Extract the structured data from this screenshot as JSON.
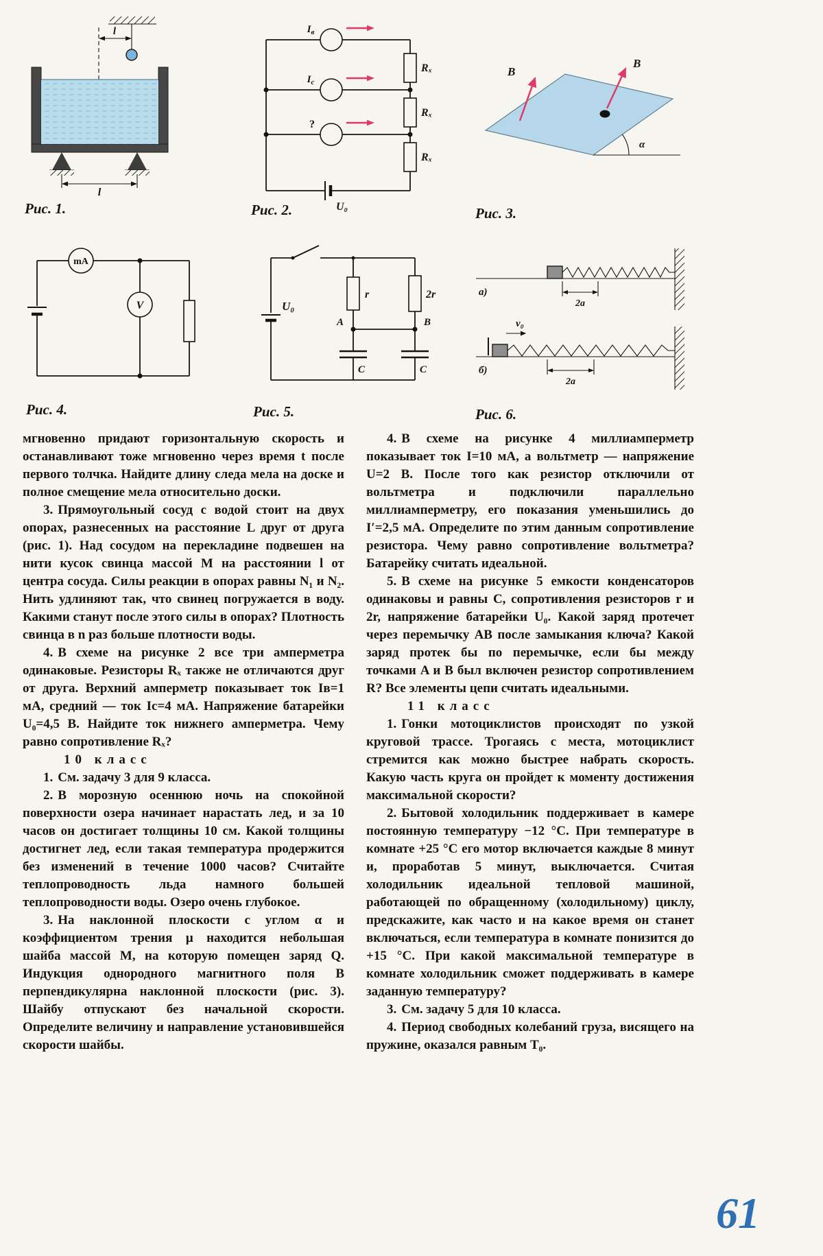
{
  "page": {
    "number": "61"
  },
  "figures": {
    "fig1": {
      "caption": "Рис. 1.",
      "dim_top": "l",
      "dim_bottom": "l"
    },
    "fig2": {
      "caption": "Рис. 2.",
      "a1main": "I",
      "a1sub": "в",
      "a2main": "I",
      "a2sub": "с",
      "a3": "?",
      "r1": "Rₓ",
      "r2": "Rₓ",
      "r3": "Rₓ",
      "u0": "U₀"
    },
    "fig3": {
      "caption": "Рис. 3.",
      "b1": "B",
      "b2": "B",
      "alpha": "α"
    },
    "fig4": {
      "caption": "Рис. 4.",
      "ma": "mA",
      "v": "V"
    },
    "fig5": {
      "caption": "Рис. 5.",
      "u0": "U₀",
      "r1": "r",
      "r2": "2r",
      "na": "A",
      "nb": "B",
      "c1": "C",
      "c2": "C"
    },
    "fig6": {
      "caption": "Рис. 6.",
      "la": "а)",
      "lb": "б)",
      "v0": "v₀",
      "da": "2a",
      "db": "2a"
    }
  },
  "text": {
    "left": [
      {
        "text": "мгновенно придают горизонтальную скорость и останавливают тоже мгновенно через время t после первого толчка. Найдите длину следа мела на доске и полное смещение мела относительно доски."
      },
      {
        "num": "3.",
        "text": "Прямоугольный сосуд с водой стоит на двух опорах, разнесенных на расстояние L друг от друга (рис. 1). Над сосудом на перекладине подвешен на нити кусок свинца массой M на расстоянии l от центра сосуда. Силы реакции в опорах равны N₁ и N₂. Нить удлиняют так, что свинец погружается в воду. Какими станут после этого силы в опорах? Плотность свинца в n раз больше плотности воды."
      },
      {
        "num": "4.",
        "text": "В схеме на рисунке 2 все три амперметра одинаковые. Резисторы Rₓ также не отличаются друг от друга. Верхний амперметр показывает ток Iв=1 мА, средний — ток Iс=4 мА. Напряжение батарейки U₀=4,5 В. Найдите ток нижнего амперметра. Чему равно сопротивление Rₓ?"
      },
      {
        "header": "10 класс"
      },
      {
        "num": "1.",
        "text": "См. задачу 3 для 9 класса."
      },
      {
        "num": "2.",
        "text": "В морозную осеннюю ночь на спокойной поверхности озера начинает нарастать лед, и за 10 часов он достигает толщины 10 см. Какой толщины достигнет лед, если такая температура продержится без изменений в течение 1000 часов? Считайте теплопроводность льда намного большей теплопроводности воды. Озеро очень глубокое."
      },
      {
        "num": "3.",
        "text": "На наклонной плоскости с углом α и коэффициентом трения μ находится небольшая шайба массой M, на которую помещен заряд Q. Индукция однородного магнитного поля B перпендикулярна наклонной плоскости (рис. 3). Шайбу отпускают без начальной скорости. Определите величину и направление установившейся скорости шайбы."
      }
    ],
    "right": [
      {
        "num": "4.",
        "text": "В схеме на рисунке 4 миллиамперметр показывает ток I=10 мА, а вольтметр — напряжение U=2 В. После того как резистор отключили от вольтметра и подключили параллельно миллиамперметру, его показания уменьшились до I′=2,5 мА. Определите по этим данным сопротивление резистора. Чему равно сопротивление вольтметра? Батарейку считать идеальной."
      },
      {
        "num": "5.",
        "text": "В схеме на рисунке 5 емкости конденсаторов одинаковы и равны C, сопротивления резисторов r и 2r, напряжение батарейки U₀. Какой заряд протечет через перемычку AB после замыкания ключа? Какой заряд протек бы по перемычке, если бы между точками A и B был включен резистор сопротивлением R? Все элементы цепи считать идеальными."
      },
      {
        "header": "11 класс"
      },
      {
        "num": "1.",
        "text": "Гонки мотоциклистов происходят по узкой круговой трассе. Трогаясь с места, мотоциклист стремится как можно быстрее набрать скорость. Какую часть круга он пройдет к моменту достижения максимальной скорости?"
      },
      {
        "num": "2.",
        "text": "Бытовой холодильник поддерживает в камере постоянную температуру −12 °C. При температуре в комнате +25 °C его мотор включается каждые 8 минут и, проработав 5 минут, выключается. Считая холодильник идеальной тепловой машиной, работающей по обращенному (холодильному) циклу, предскажите, как часто и на какое время он станет включаться, если температура в комнате понизится до +15 °C. При какой максимальной температуре в комнате холодильник сможет поддерживать в камере заданную температуру?"
      },
      {
        "num": "3.",
        "text": "См. задачу 5 для 10 класса."
      },
      {
        "num": "4.",
        "text": "Период свободных колебаний груза, висящего на пружине, оказался равным T₀."
      }
    ]
  }
}
